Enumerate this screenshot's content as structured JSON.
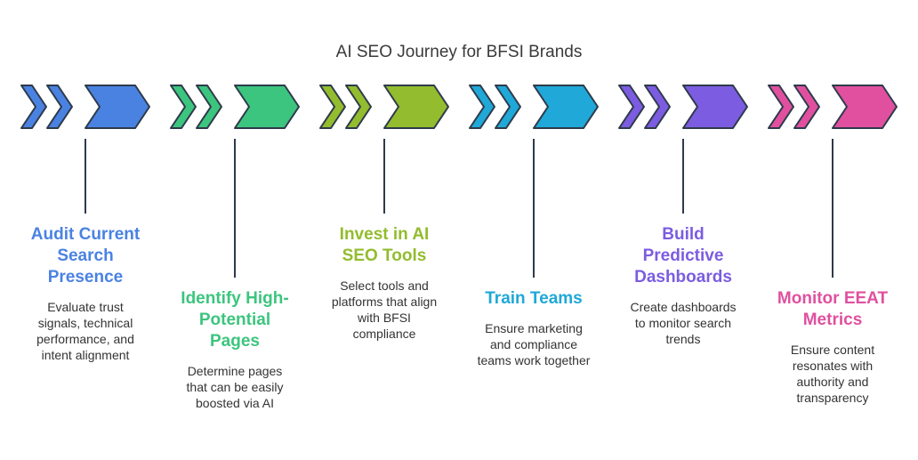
{
  "title": "AI SEO Journey for BFSI Brands",
  "steps": [
    {
      "title_lines": [
        "Audit Current",
        "Search",
        "Presence"
      ],
      "desc_lines": [
        "Evaluate trust",
        "signals, technical",
        "performance, and",
        "intent alignment"
      ],
      "color": "#4a82e2",
      "icon": "chevron-arrows-icon"
    },
    {
      "title_lines": [
        "Identify High-",
        "Potential",
        "Pages"
      ],
      "desc_lines": [
        "Determine pages",
        "that can be easily",
        "boosted via AI"
      ],
      "color": "#3cc57e",
      "icon": "chevron-arrows-icon"
    },
    {
      "title_lines": [
        "Invest in AI",
        "SEO Tools"
      ],
      "desc_lines": [
        "Select tools and",
        "platforms that align",
        "with BFSI",
        "compliance"
      ],
      "color": "#93bc2e",
      "icon": "chevron-arrows-icon"
    },
    {
      "title_lines": [
        "Train Teams"
      ],
      "desc_lines": [
        "Ensure marketing",
        "and compliance",
        "teams work together"
      ],
      "color": "#1fa8d8",
      "icon": "chevron-arrows-icon"
    },
    {
      "title_lines": [
        "Build",
        "Predictive",
        "Dashboards"
      ],
      "desc_lines": [
        "Create dashboards",
        "to monitor search",
        "trends"
      ],
      "color": "#7c5ce0",
      "icon": "chevron-arrows-icon"
    },
    {
      "title_lines": [
        "Monitor EEAT",
        "Metrics"
      ],
      "desc_lines": [
        "Ensure content",
        "resonates with",
        "authority and",
        "transparency"
      ],
      "color": "#e0509f",
      "icon": "chevron-arrows-icon"
    }
  ]
}
